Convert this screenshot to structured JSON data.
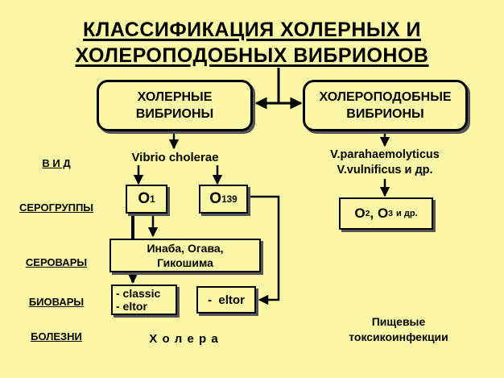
{
  "title": {
    "line1": "КЛАССИФИКАЦИЯ  ХОЛЕРНЫХ  И",
    "line2": "ХОЛЕРОПОДОБНЫХ  ВИБРИОНОВ"
  },
  "boxes": {
    "cholera_vibrios": {
      "line1": "ХОЛЕРНЫЕ",
      "line2": "ВИБРИОНЫ"
    },
    "cholera_like_vibrios": {
      "line1": "ХОЛЕРОПОДОБНЫЕ",
      "line2": "ВИБРИОНЫ"
    }
  },
  "row_labels": {
    "species": "В И Д",
    "serogroups": "СЕРОГРУППЫ",
    "serovars": "СЕРОВАРЫ",
    "biovars": "БИОВАРЫ",
    "diseases": "БОЛЕЗНИ"
  },
  "species": {
    "cholera": "Vibrio cholerae",
    "cholera_like_1": "V.parahaemolyticus",
    "cholera_like_2": "V.vulnificus и др."
  },
  "serogroups": {
    "o1_main": "O",
    "o1_sub": "1",
    "o139_main": "O",
    "o139_sub": "139",
    "other_a_main": "O",
    "other_a_sub": "2",
    "sep": ", ",
    "other_b_main": "O",
    "other_b_sub": "3",
    "other_suffix": "и др."
  },
  "serovars": {
    "line1": "Инаба, Огава,",
    "line2": "Гикошима"
  },
  "biovars": {
    "classic": "- classic",
    "eltor_1": "- eltor",
    "eltor_2": "-  eltor"
  },
  "diseases": {
    "cholera": "Х о л е р а",
    "food_line1": "Пищевые",
    "food_line2": "токсикоинфекции"
  }
}
